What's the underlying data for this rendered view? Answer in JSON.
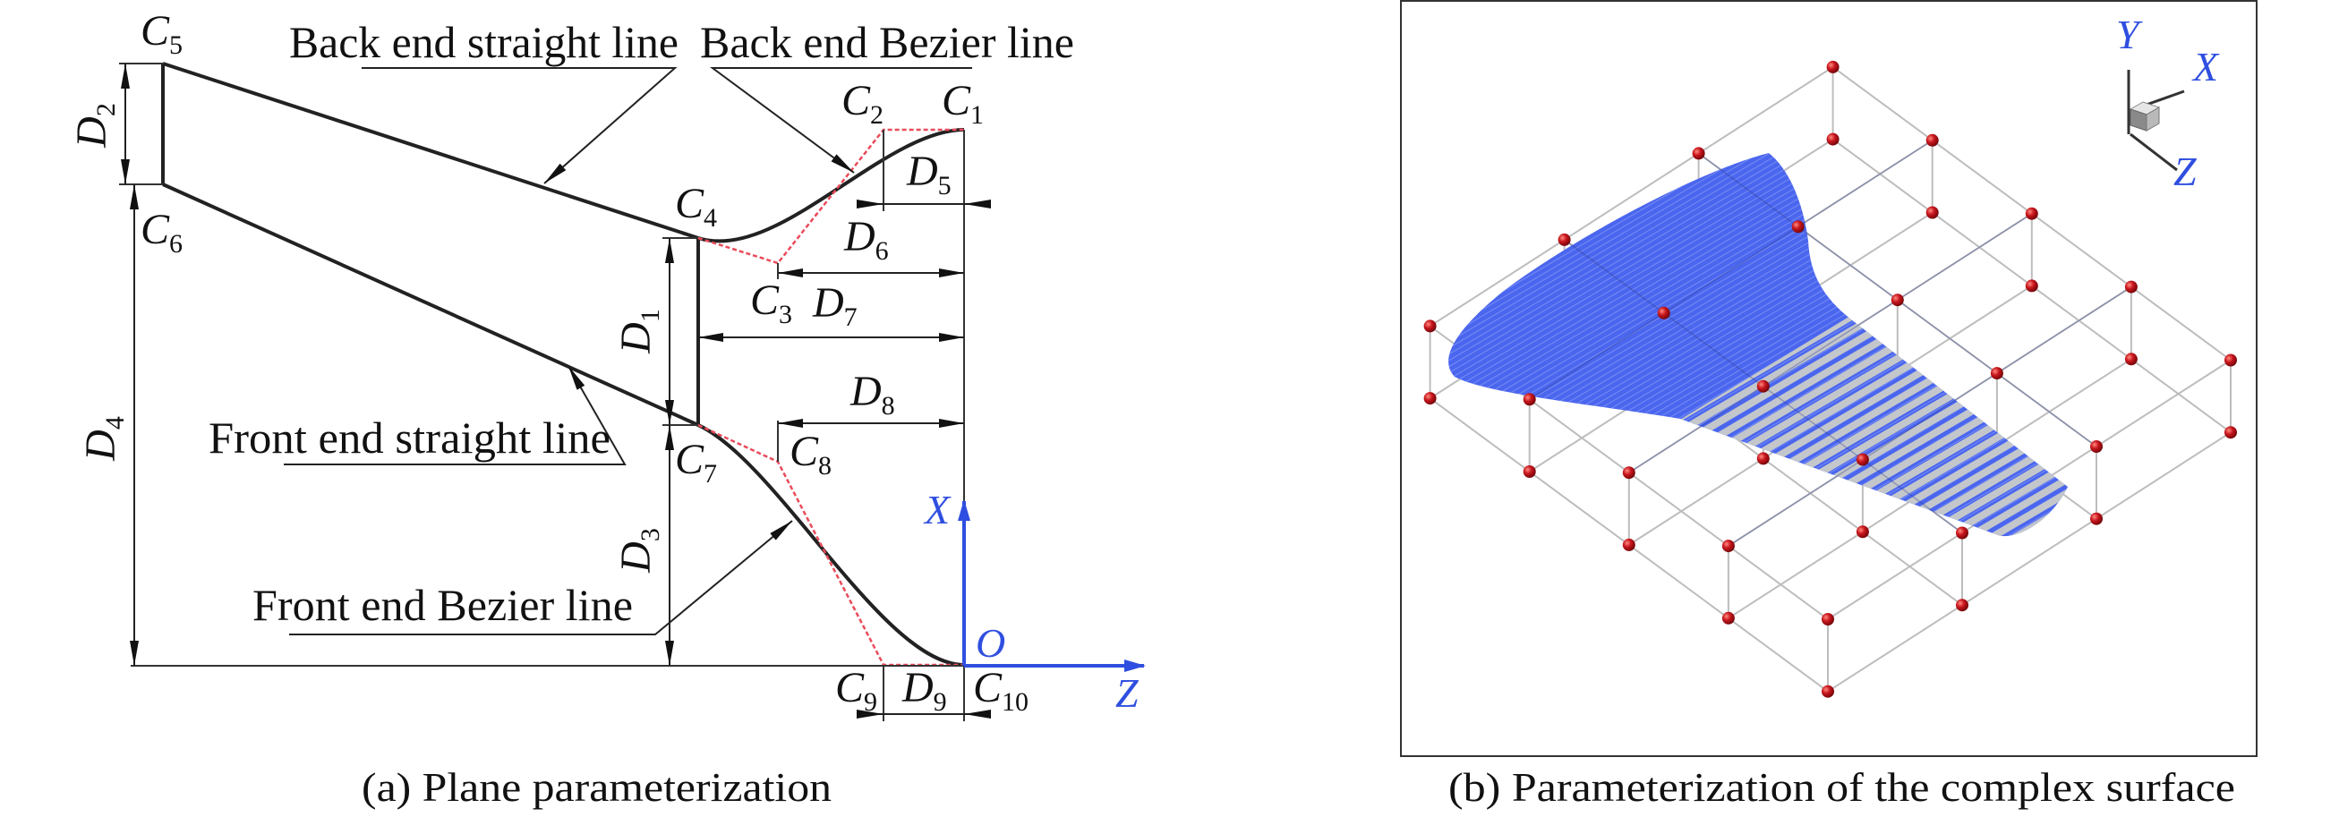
{
  "figure_a": {
    "caption": "(a) Plane parameterization",
    "annotations": {
      "back_straight": "Back end straight line",
      "back_bezier": "Back end Bezier line",
      "front_straight": "Front end straight line",
      "front_bezier": "Front end Bezier line"
    },
    "points": {
      "C1": {
        "letter": "C",
        "sub": "1"
      },
      "C2": {
        "letter": "C",
        "sub": "2"
      },
      "C3": {
        "letter": "C",
        "sub": "3"
      },
      "C4": {
        "letter": "C",
        "sub": "4"
      },
      "C5": {
        "letter": "C",
        "sub": "5"
      },
      "C6": {
        "letter": "C",
        "sub": "6"
      },
      "C7": {
        "letter": "C",
        "sub": "7"
      },
      "C8": {
        "letter": "C",
        "sub": "8"
      },
      "C9": {
        "letter": "C",
        "sub": "9"
      },
      "C10": {
        "letter": "C",
        "sub": "10"
      }
    },
    "dimensions": {
      "D1": {
        "letter": "D",
        "sub": "1"
      },
      "D2": {
        "letter": "D",
        "sub": "2"
      },
      "D3": {
        "letter": "D",
        "sub": "3"
      },
      "D4": {
        "letter": "D",
        "sub": "4"
      },
      "D5": {
        "letter": "D",
        "sub": "5"
      },
      "D6": {
        "letter": "D",
        "sub": "6"
      },
      "D7": {
        "letter": "D",
        "sub": "7"
      },
      "D8": {
        "letter": "D",
        "sub": "8"
      },
      "D9": {
        "letter": "D",
        "sub": "9"
      }
    },
    "axes": {
      "x": "X",
      "z": "Z",
      "origin": "O"
    }
  },
  "figure_b": {
    "caption": "(b) Parameterization of the complex surface",
    "axes": {
      "x": "X",
      "y": "Y",
      "z": "Z"
    }
  },
  "colors": {
    "axis_blue": "#2f4fe0",
    "control_polygon": "#e94b5a",
    "surface_blue": "#4b66ee",
    "surface_gray": "#c3c7cb",
    "lattice_line": "#bdbdbd",
    "control_point": "#c8161d"
  }
}
